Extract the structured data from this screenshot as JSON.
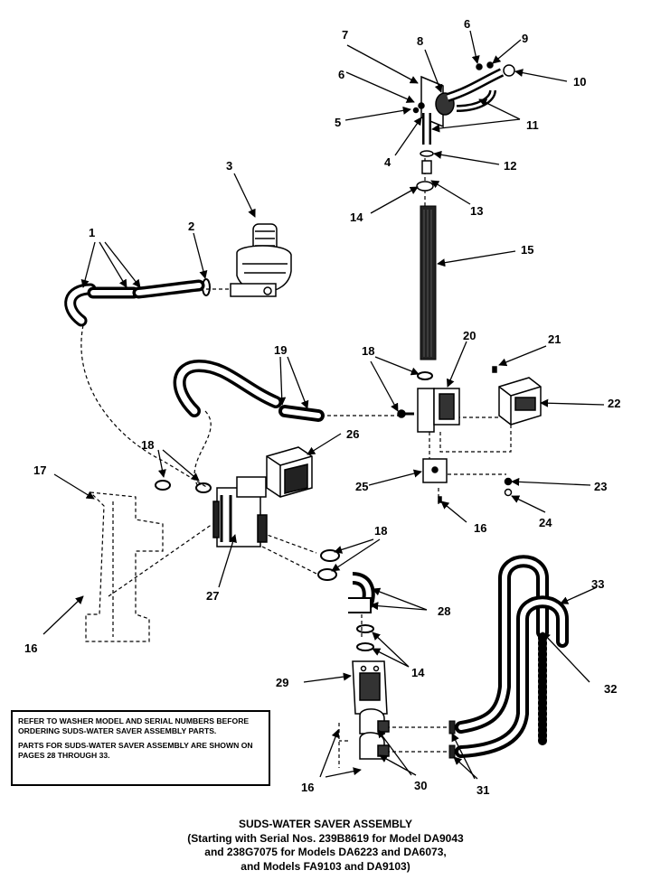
{
  "callouts": [
    "1",
    "2",
    "3",
    "4",
    "5",
    "6",
    "6",
    "7",
    "8",
    "9",
    "10",
    "11",
    "12",
    "13",
    "14",
    "14",
    "15",
    "16",
    "16",
    "16",
    "17",
    "18",
    "18",
    "18",
    "19",
    "20",
    "21",
    "22",
    "23",
    "24",
    "25",
    "26",
    "27",
    "28",
    "29",
    "30",
    "31",
    "32",
    "33"
  ],
  "labels": {
    "n1": "1",
    "n2": "2",
    "n3": "3",
    "n4": "4",
    "n5": "5",
    "n6a": "6",
    "n6b": "6",
    "n7": "7",
    "n8": "8",
    "n9": "9",
    "n10": "10",
    "n11": "11",
    "n12": "12",
    "n13": "13",
    "n14a": "14",
    "n14b": "14",
    "n15": "15",
    "n16a": "16",
    "n16b": "16",
    "n16c": "16",
    "n17": "17",
    "n18a": "18",
    "n18b": "18",
    "n18c": "18",
    "n19": "19",
    "n20": "20",
    "n21": "21",
    "n22": "22",
    "n23": "23",
    "n24": "24",
    "n25": "25",
    "n26": "26",
    "n27": "27",
    "n28": "28",
    "n29": "29",
    "n30": "30",
    "n31": "31",
    "n32": "32",
    "n33": "33"
  },
  "notice": {
    "line1": "Refer to washer model and serial numbers before ordering suds-water saver assembly parts.",
    "line2": "Parts for suds-water saver assembly are shown on pages 28 through 33."
  },
  "caption": {
    "title": "SUDS-WATER SAVER ASSEMBLY",
    "line1": "(Starting with Serial Nos. 239B8619 for Model DA9043",
    "line2": "and 238G7075 for Models DA6223 and DA6073,",
    "line3": "and Models FA9103 and DA9103)"
  }
}
